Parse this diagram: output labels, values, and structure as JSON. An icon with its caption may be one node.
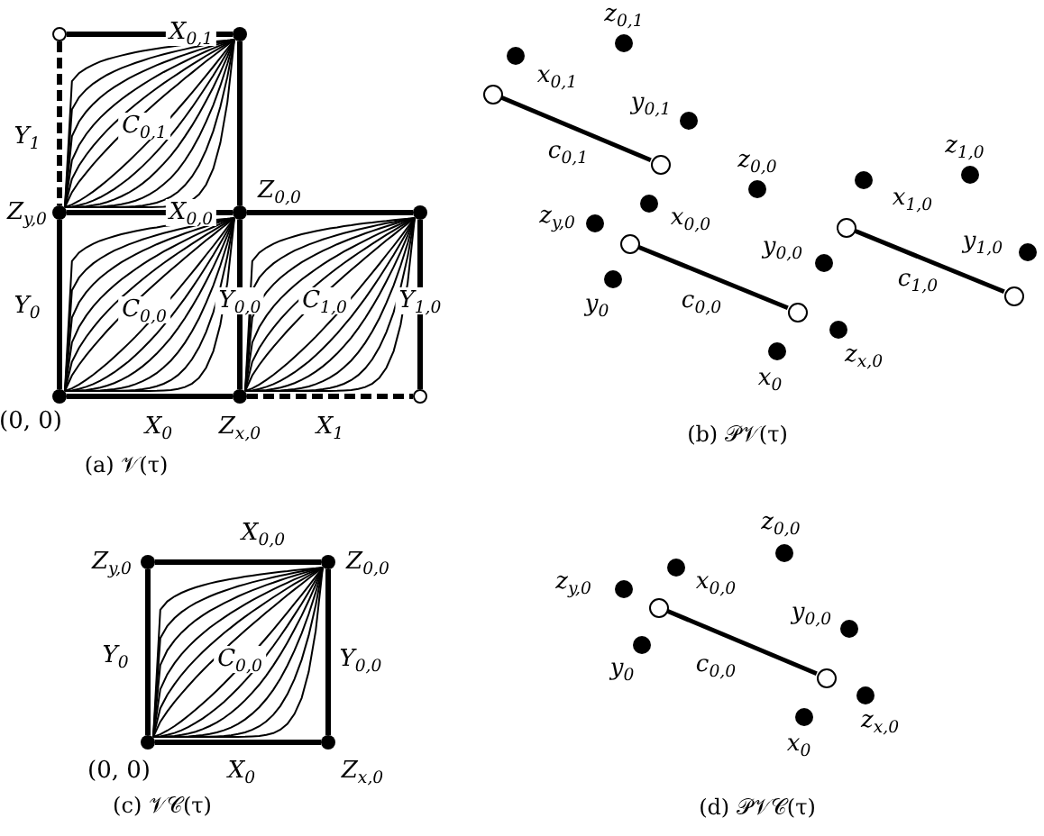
{
  "diagram": {
    "nodes": [
      {
        "text": [],
        "shape": "circle"
      },
      {
        "text": [],
        "shape": "circle"
      },
      {
        "text": [],
        "shape": "circle",
        "beside": [
          "Z$_{y,0}$"
        ]
      },
      {
        "text": [],
        "shape": "circle",
        "beside": [
          "Z$_{0,0}$"
        ]
      },
      {
        "text": [],
        "shape": "circle"
      },
      {
        "text": [],
        "shape": "circle",
        "beside": [
          "(0, 0)"
        ]
      },
      {
        "text": [],
        "shape": "circle",
        "beside": [
          "Z$_{x,0}$"
        ]
      },
      {
        "text": [],
        "shape": "circle"
      },
      {
        "text": [],
        "shape": "circle",
        "beside": [
          "z$_{0,1}$"
        ]
      },
      {
        "text": [],
        "shape": "circle",
        "beside": [
          "x$_{0,1}$"
        ]
      },
      {
        "text": [],
        "shape": "circle"
      },
      {
        "text": [],
        "shape": "circle",
        "beside": [
          "y$_{0,1}$"
        ]
      },
      {
        "text": [],
        "shape": "circle"
      },
      {
        "text": [],
        "shape": "circle",
        "beside": [
          "z$_{1,0}$"
        ]
      },
      {
        "text": [],
        "shape": "circle",
        "beside": [
          "x$_{1,0}$"
        ]
      },
      {
        "text": [],
        "shape": "circle",
        "beside": [
          "z$_{0,0}$"
        ]
      },
      {
        "text": [],
        "shape": "circle",
        "beside": [
          "x$_{0,0}$"
        ]
      },
      {
        "text": [],
        "shape": "circle",
        "beside": [
          "z$_{y,0}$"
        ]
      },
      {
        "text": [],
        "shape": "circle"
      },
      {
        "text": [],
        "shape": "circle"
      },
      {
        "text": [],
        "shape": "circle",
        "beside": [
          "y$_{1,0}$"
        ]
      },
      {
        "text": [],
        "shape": "circle",
        "beside": [
          "y$_{0,0}$"
        ]
      },
      {
        "text": [],
        "shape": "circle",
        "beside": [
          "y$_{0}$"
        ]
      },
      {
        "text": [],
        "shape": "circle"
      },
      {
        "text": [],
        "shape": "circle"
      },
      {
        "text": [],
        "shape": "circle",
        "beside": [
          "z$_{x,0}$"
        ]
      },
      {
        "text": [],
        "shape": "circle",
        "beside": [
          "x$_{0}$"
        ]
      },
      {
        "text": [],
        "shape": "circle",
        "beside": [
          "Z$_{y,0}$"
        ]
      },
      {
        "text": [],
        "shape": "circle",
        "beside": [
          "Z$_{0,0}$"
        ]
      },
      {
        "text": [],
        "shape": "circle",
        "beside": [
          "(0, 0)"
        ]
      },
      {
        "text": [],
        "shape": "circle",
        "beside": [
          "Z$_{x,0}$"
        ]
      },
      {
        "text": [],
        "shape": "circle",
        "beside": [
          "z$_{0,0}$"
        ]
      },
      {
        "text": [],
        "shape": "circle",
        "beside": [
          "x$_{0,0}$"
        ]
      },
      {
        "text": [],
        "shape": "circle",
        "beside": [
          "z$_{y,0}$"
        ]
      },
      {
        "text": [],
        "shape": "circle"
      },
      {
        "text": [],
        "shape": "circle",
        "beside": [
          "y$_{0,0}$"
        ]
      },
      {
        "text": [],
        "shape": "circle",
        "beside": [
          "y$_{0}$"
        ]
      },
      {
        "text": [],
        "shape": "circle"
      },
      {
        "text": [],
        "shape": "circle",
        "beside": [
          "z$_{x,0}$"
        ]
      },
      {
        "text": [],
        "shape": "circle",
        "beside": [
          "x$_{0}$"
        ]
      }
    ],
    "edges": [
      {
        "from": 0,
        "to": 1,
        "arrow": "none",
        "label": "X$_{0,1}$"
      },
      {
        "from": 0,
        "to": 2,
        "arrow": "none",
        "label": "Y$_{1}$",
        "style": "dashed"
      },
      {
        "from": 1,
        "to": 3,
        "arrow": "none"
      },
      {
        "from": 2,
        "to": 3,
        "arrow": "none",
        "label": "X$_{0,0}$"
      },
      {
        "from": 3,
        "to": 4,
        "arrow": "none"
      },
      {
        "from": 2,
        "to": 5,
        "arrow": "none",
        "label": "Y$_{0}$"
      },
      {
        "from": 3,
        "to": 6,
        "arrow": "none",
        "label": "Y$_{0,0}$"
      },
      {
        "from": 4,
        "to": 7,
        "arrow": "none",
        "label": "Y$_{1,0}$"
      },
      {
        "from": 5,
        "to": 6,
        "arrow": "none",
        "label": "X$_{0}$"
      },
      {
        "from": 6,
        "to": 7,
        "arrow": "none",
        "label": "X$_{1}$",
        "style": "dashed"
      },
      {
        "from": 10,
        "to": 12,
        "arrow": "none",
        "label": "c$_{0,1}$"
      },
      {
        "from": 18,
        "to": 23,
        "arrow": "none",
        "label": "c$_{1,0}$"
      },
      {
        "from": 19,
        "to": 24,
        "arrow": "none",
        "label": "c$_{0,0}$"
      },
      {
        "from": 27,
        "to": 28,
        "arrow": "none",
        "label": "X$_{0,0}$"
      },
      {
        "from": 27,
        "to": 29,
        "arrow": "none",
        "label": "Y$_{0}$"
      },
      {
        "from": 28,
        "to": 30,
        "arrow": "none",
        "label": "Y$_{0,0}$"
      },
      {
        "from": 29,
        "to": 30,
        "arrow": "none",
        "label": "X$_{0}$"
      },
      {
        "from": 34,
        "to": 37,
        "arrow": "none",
        "label": "c$_{0,0}$"
      }
    ],
    "labels": [
      "C$_{0,1}$",
      "C$_{0,0}$",
      "C$_{1,0}$",
      "(a) 𝒱(τ)",
      "(b) 𝒫𝒱(τ)",
      "C$_{0,0}$",
      "(c) 𝒱𝒞(τ)",
      "(d) 𝒫𝒱𝒞(τ)"
    ]
  }
}
